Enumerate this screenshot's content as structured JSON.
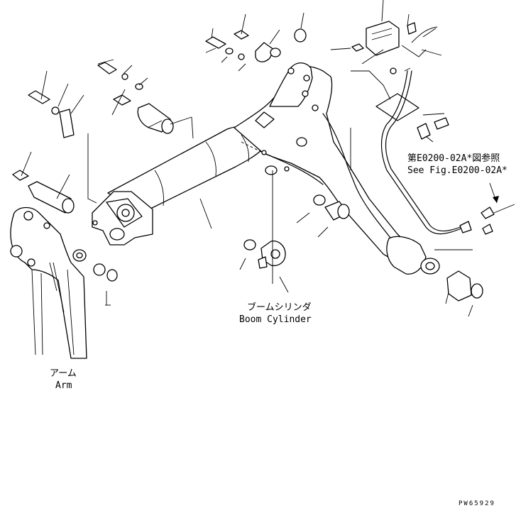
{
  "labels": {
    "boom_cylinder_jp": "ブームシリンダ",
    "boom_cylinder_en": "Boom Cylinder",
    "arm_jp": "アーム",
    "arm_en": "Arm",
    "see_fig_jp": "第E0200-02A*図参照",
    "see_fig_en": "See Fig.E0200-02A*"
  },
  "drawing_code": "PW65929"
}
